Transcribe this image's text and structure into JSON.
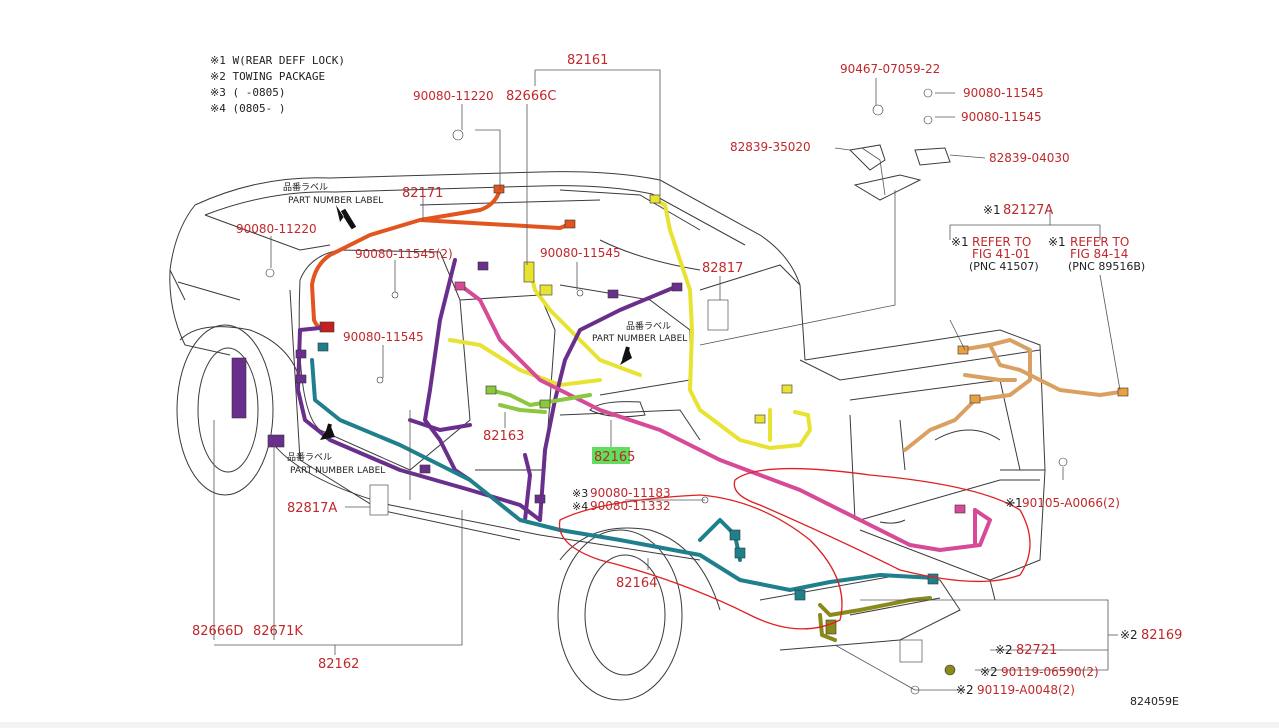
{
  "notes": [
    "※1 W(REAR DEFF LOCK)",
    "※2 TOWING PACKAGE",
    "※3 (    -0805)",
    "※4 (0805-    )"
  ],
  "parts": {
    "p82161": "82161",
    "p82666C": "82666C",
    "p90080_11220_top": "90080-11220",
    "p82171": "82171",
    "p90080_11220_left": "90080-11220",
    "p90080_11545_2": "90080-11545(2)",
    "p90080_11545_mid": "90080-11545",
    "p90080_11545_left": "90080-11545",
    "p82817": "82817",
    "p82163": "82163",
    "p82165": "82165",
    "p82817A": "82817A",
    "p90467": "90467-07059-22",
    "p90080_11545_r1": "90080-11545",
    "p90080_11545_r2": "90080-11545",
    "p82839_35020": "82839-35020",
    "p82839_04030": "82839-04030",
    "p82127A_mark": "※1",
    "p82127A": "82127A",
    "ref1_mark": "※1",
    "ref1_line1": "REFER TO",
    "ref1_line2": "FIG 41-01",
    "ref1_pnc": "(PNC 41507)",
    "ref2_mark": "※1",
    "ref2_line1": "REFER TO",
    "ref2_line2": "FIG 84-14",
    "ref2_pnc": "(PNC 89516B)",
    "p90080_11183_mark": "※3",
    "p90080_11183": "90080-11183",
    "p90080_11332_mark": "※4",
    "p90080_11332": "90080-11332",
    "p90105_mark": "※1",
    "p90105": "90105-A0066(2)",
    "p82164": "82164",
    "p82666D": "82666D",
    "p82671K": "82671K",
    "p82162": "82162",
    "p82721_mark": "※2",
    "p82721": "82721",
    "p82169_mark": "※2",
    "p82169": "82169",
    "p90119_06590_mark": "※2",
    "p90119_06590": "90119-06590(2)",
    "p90119_A0048_mark": "※2",
    "p90119_A0048": "90119-A0048(2)"
  },
  "labels": {
    "pnl1_jp": "品番ラベル",
    "pnl1_en": "PART NUMBER LABEL",
    "pnl2_jp": "品番ラベル",
    "pnl2_en": "PART NUMBER LABEL",
    "pnl3_jp": "品番ラベル",
    "pnl3_en": "PART NUMBER LABEL"
  },
  "figure_id": "824059E",
  "colors": {
    "part_number": "#c0282b",
    "highlight": "#5ee05e",
    "harness_orange": "#e2551f",
    "harness_yellow": "#e8e233",
    "harness_purple": "#6a2f8c",
    "harness_teal": "#1f7f8c",
    "harness_pink": "#d64a98",
    "harness_green": "#8dc63f",
    "harness_tan": "#d9a062",
    "harness_olive": "#8a8a1a",
    "annotation_red": "#e02020"
  }
}
